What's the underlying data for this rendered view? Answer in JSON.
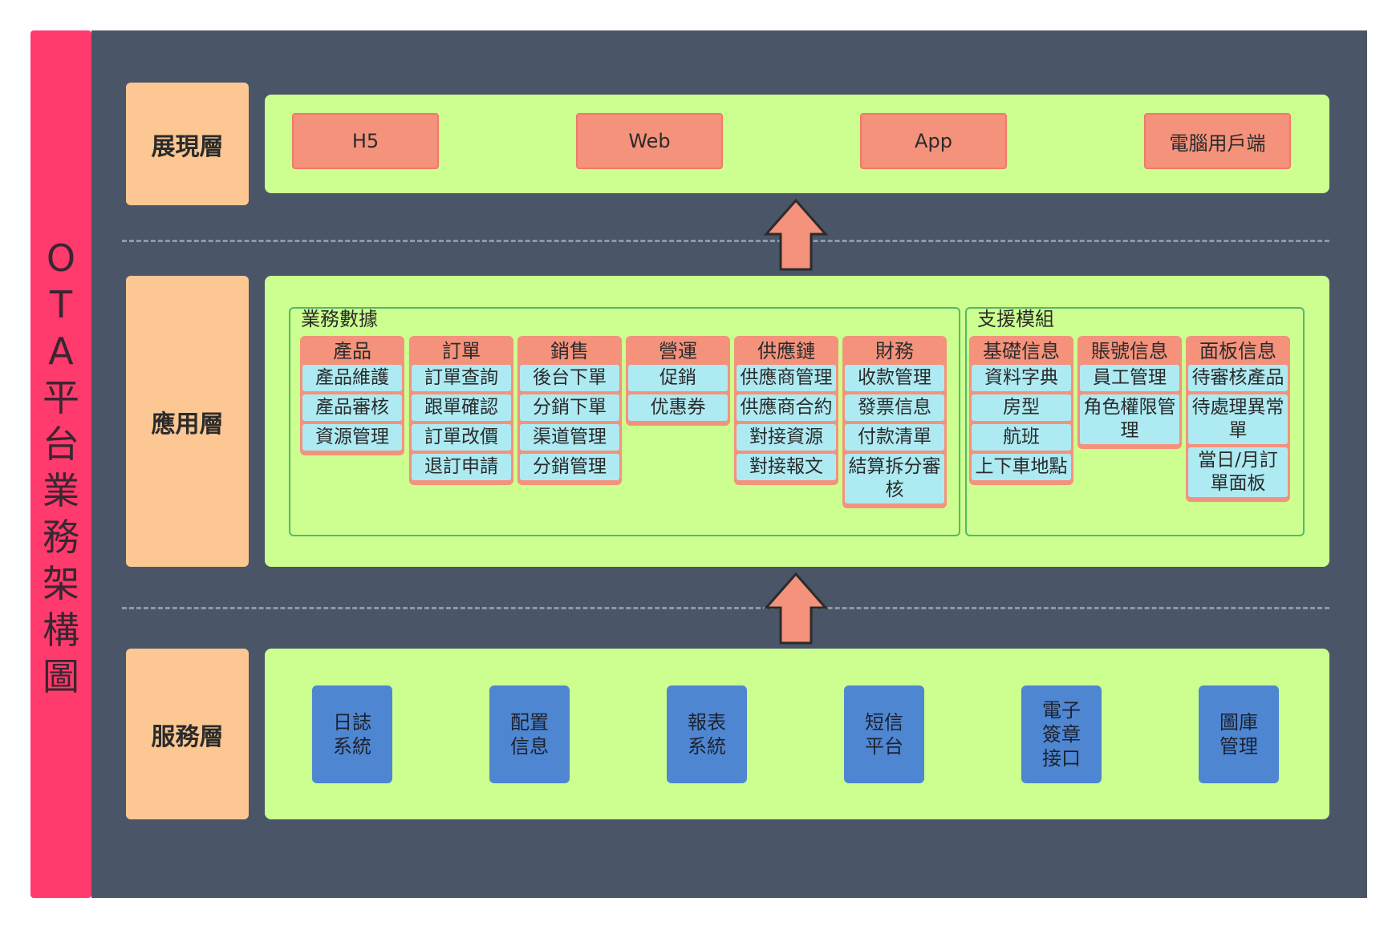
{
  "title": "OTA平台業務架構圖",
  "colors": {
    "title_bar": "#ff3a6d",
    "background": "#4a5568",
    "layer_label": "#fcc792",
    "layer_panel": "#ccff90",
    "client_box": "#f4927c",
    "module_header": "#f4927c",
    "module_item": "#aeeaf2",
    "service_box": "#4f86d1",
    "arrow": "#f4927c"
  },
  "presentation": {
    "label": "展現層",
    "clients": [
      "H5",
      "Web",
      "App",
      "電腦用戶端"
    ]
  },
  "application": {
    "label": "應用層",
    "groups": [
      {
        "title": "業務數據",
        "modules": [
          {
            "name": "產品",
            "items": [
              "產品維護",
              "產品審核",
              "資源管理"
            ]
          },
          {
            "name": "訂單",
            "items": [
              "訂單查詢",
              "跟單確認",
              "訂單改價",
              "退訂申請"
            ]
          },
          {
            "name": "銷售",
            "items": [
              "後台下單",
              "分銷下單",
              "渠道管理",
              "分銷管理"
            ]
          },
          {
            "name": "營運",
            "items": [
              "促銷",
              "优惠券"
            ]
          },
          {
            "name": "供應鏈",
            "items": [
              "供應商管理",
              "供應商合約",
              "對接資源",
              "對接報文"
            ]
          },
          {
            "name": "財務",
            "items": [
              "收款管理",
              "發票信息",
              "付款清單",
              "結算拆分審核"
            ]
          }
        ]
      },
      {
        "title": "支援模組",
        "modules": [
          {
            "name": "基礎信息",
            "items": [
              "資料字典",
              "房型",
              "航班",
              "上下車地點"
            ]
          },
          {
            "name": "賬號信息",
            "items": [
              "員工管理",
              "角色權限管理"
            ]
          },
          {
            "name": "面板信息",
            "items": [
              "待審核產品",
              "待處理異常單",
              "當日/月訂單面板"
            ]
          }
        ]
      }
    ]
  },
  "service": {
    "label": "服務層",
    "services": [
      "日誌系統",
      "配置信息",
      "報表系統",
      "短信平台",
      "電子簽章接口",
      "圖庫管理"
    ]
  },
  "icons": [
    "up-arrow-icon"
  ]
}
